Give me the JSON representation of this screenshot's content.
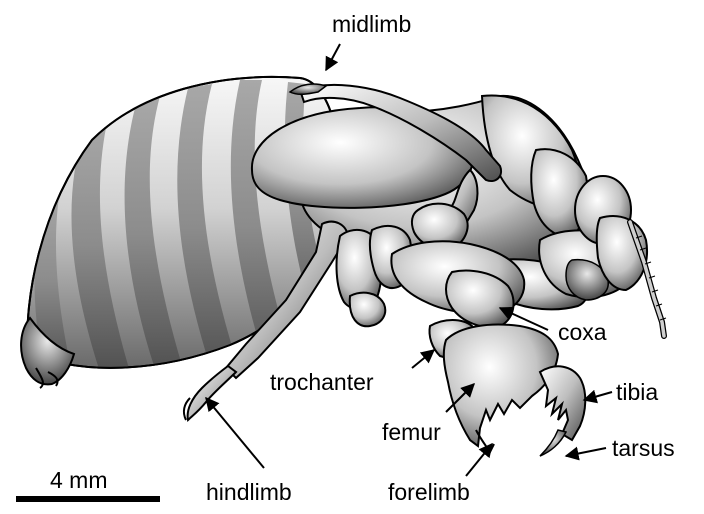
{
  "labels": {
    "midlimb": "midlimb",
    "coxa": "coxa",
    "trochanter": "trochanter",
    "tibia": "tibia",
    "femur": "femur",
    "tarsus": "tarsus",
    "hindlimb": "hindlimb",
    "forelimb": "forelimb"
  },
  "scale_bar": {
    "label": "4 mm"
  },
  "colors": {
    "outline": "#000000",
    "body_light": "#f2f2f2",
    "body_mid": "#b5b5b5",
    "body_dark": "#5a5a5a",
    "band_dark": "#8a8a8a",
    "background": "#ffffff"
  }
}
